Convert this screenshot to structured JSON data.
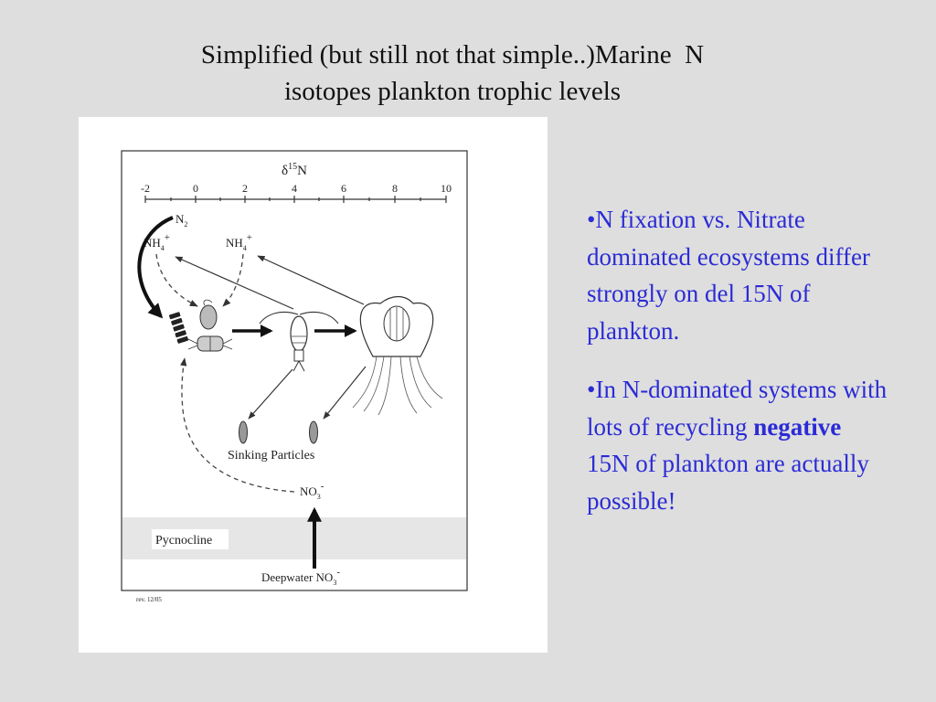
{
  "slide": {
    "title_lines": [
      "Simplified (but still not that simple..)Marine  N",
      "isotopes plankton trophic levels"
    ]
  },
  "figure": {
    "axis_label_main": "δ",
    "axis_label_sup": "15",
    "axis_label_tail": "N",
    "tick_labels": [
      "-2",
      "0",
      "2",
      "4",
      "6",
      "8",
      "10"
    ],
    "n2_main": "N",
    "n2_sub": "2",
    "nh4_main": "NH",
    "nh4_sub": "4",
    "nh4_sup": "+",
    "sinking_particles": "Sinking Particles",
    "no3_main": "NO",
    "no3_sub": "3",
    "no3_sup": "-",
    "pycnocline": "Pycnocline",
    "deepwater_main": "Deepwater NO",
    "deepwater_sub": "3",
    "deepwater_sup": "-",
    "revision": "rev. 12/05"
  },
  "notes": {
    "bullet1": "•N fixation vs. Nitrate dominated ecosystems differ strongly on del 15N of plankton.",
    "bullet2_pre": "•In N-dominated systems with lots of recycling ",
    "bullet2_bold": "negative",
    "bullet2_post": " 15N of plankton are actually possible!"
  },
  "colors": {
    "background": "#dedede",
    "bullet_text": "#2b2bd6"
  }
}
